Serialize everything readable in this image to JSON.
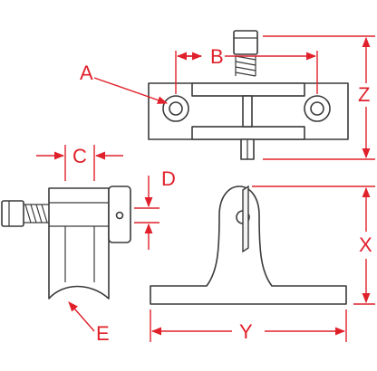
{
  "colors": {
    "dimension": "#e0202a",
    "outline": "#3a3a3a",
    "background": "#ffffff"
  },
  "labels": {
    "a": "A",
    "b": "B",
    "c": "C",
    "d": "D",
    "e": "E",
    "x": "X",
    "y": "Y",
    "z": "Z"
  }
}
